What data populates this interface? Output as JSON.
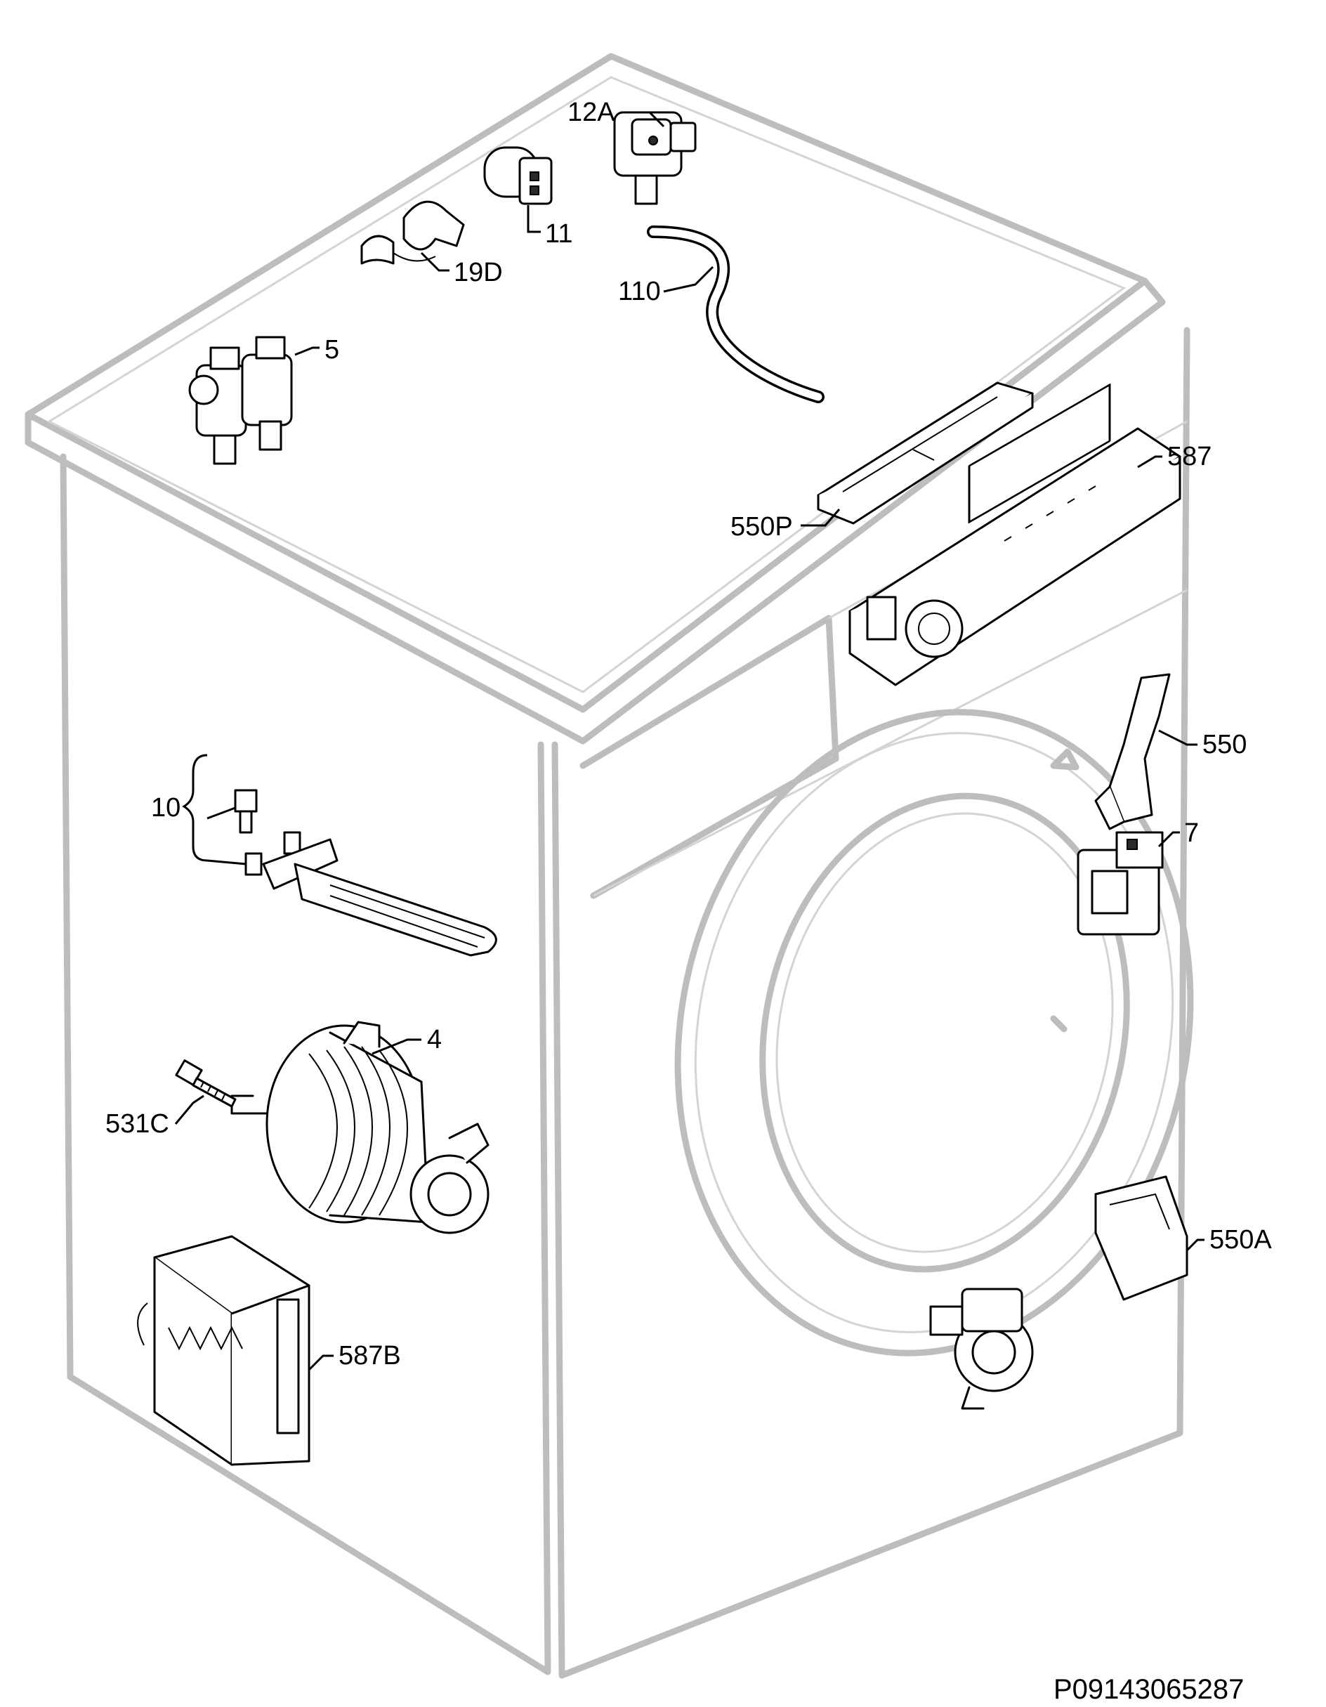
{
  "labels": {
    "p12A": "12A",
    "p11": "11",
    "p19D": "19D",
    "p110": "110",
    "p5": "5",
    "p587": "587",
    "p550P": "550P",
    "p550": "550",
    "p7": "7",
    "p10": "10",
    "p4": "4",
    "p531C": "531C",
    "p550A": "550A",
    "p587B": "587B"
  },
  "drawing_code": "P09143065287",
  "colors": {
    "cabinet_outline": "#bdbdbd",
    "part_line": "#000000",
    "background": "#ffffff"
  }
}
